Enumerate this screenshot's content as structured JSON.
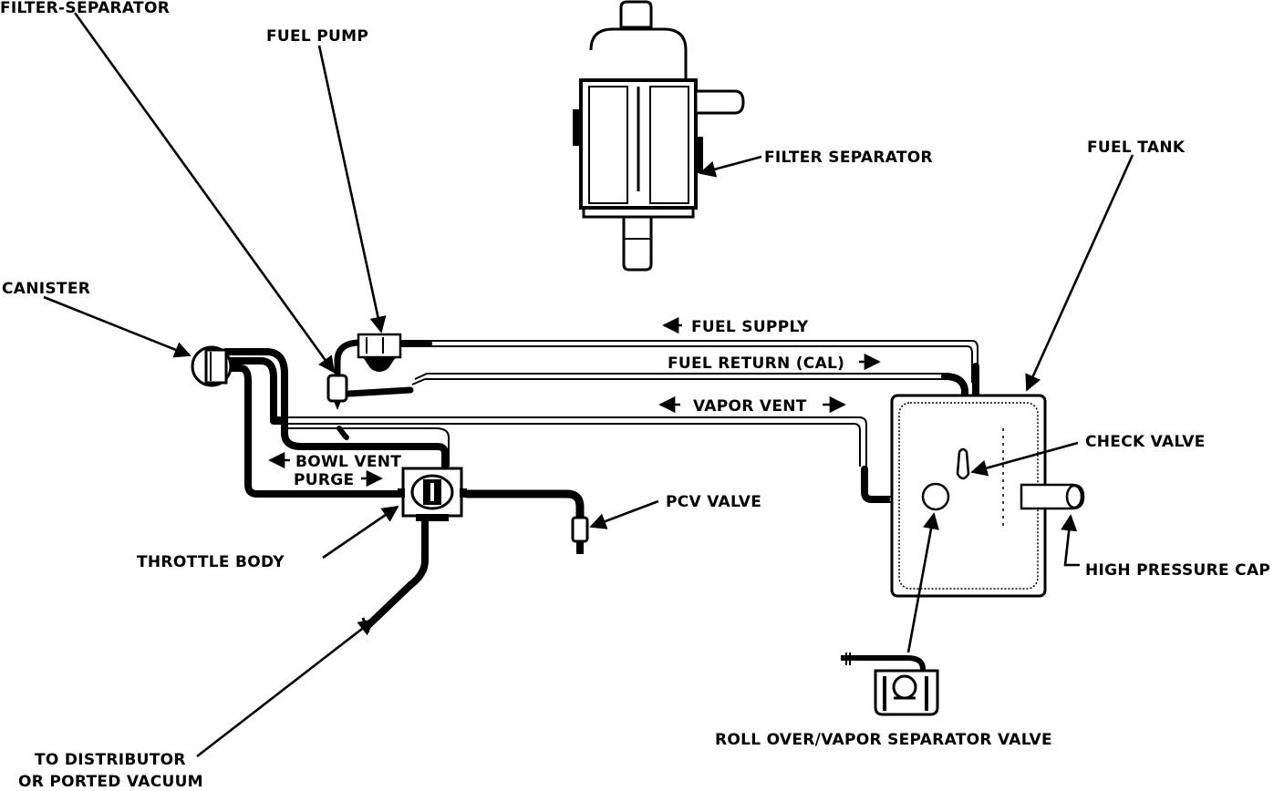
{
  "labels": {
    "filter_separator_top": "FILTER-SEPARATOR",
    "fuel_pump": "FUEL PUMP",
    "filter_separator_detail": "FILTER SEPARATOR",
    "fuel_tank": "FUEL TANK",
    "canister": "CANISTER",
    "fuel_supply": "FUEL SUPPLY",
    "fuel_return": "FUEL RETURN (CAL)",
    "vapor_vent": "VAPOR VENT",
    "check_valve": "CHECK  VALVE",
    "bowl_vent": "BOWL VENT",
    "purge": "PURGE",
    "pcv_valve": "PCV  VALVE",
    "throttle_body": "THROTTLE BODY",
    "high_pressure_cap": "HIGH PRESSURE CAP",
    "to_distributor_line1": "TO DISTRIBUTOR",
    "to_distributor_line2": "OR PORTED VACUUM",
    "rollover_valve": "ROLL OVER/VAPOR SEPARATOR VALVE"
  }
}
